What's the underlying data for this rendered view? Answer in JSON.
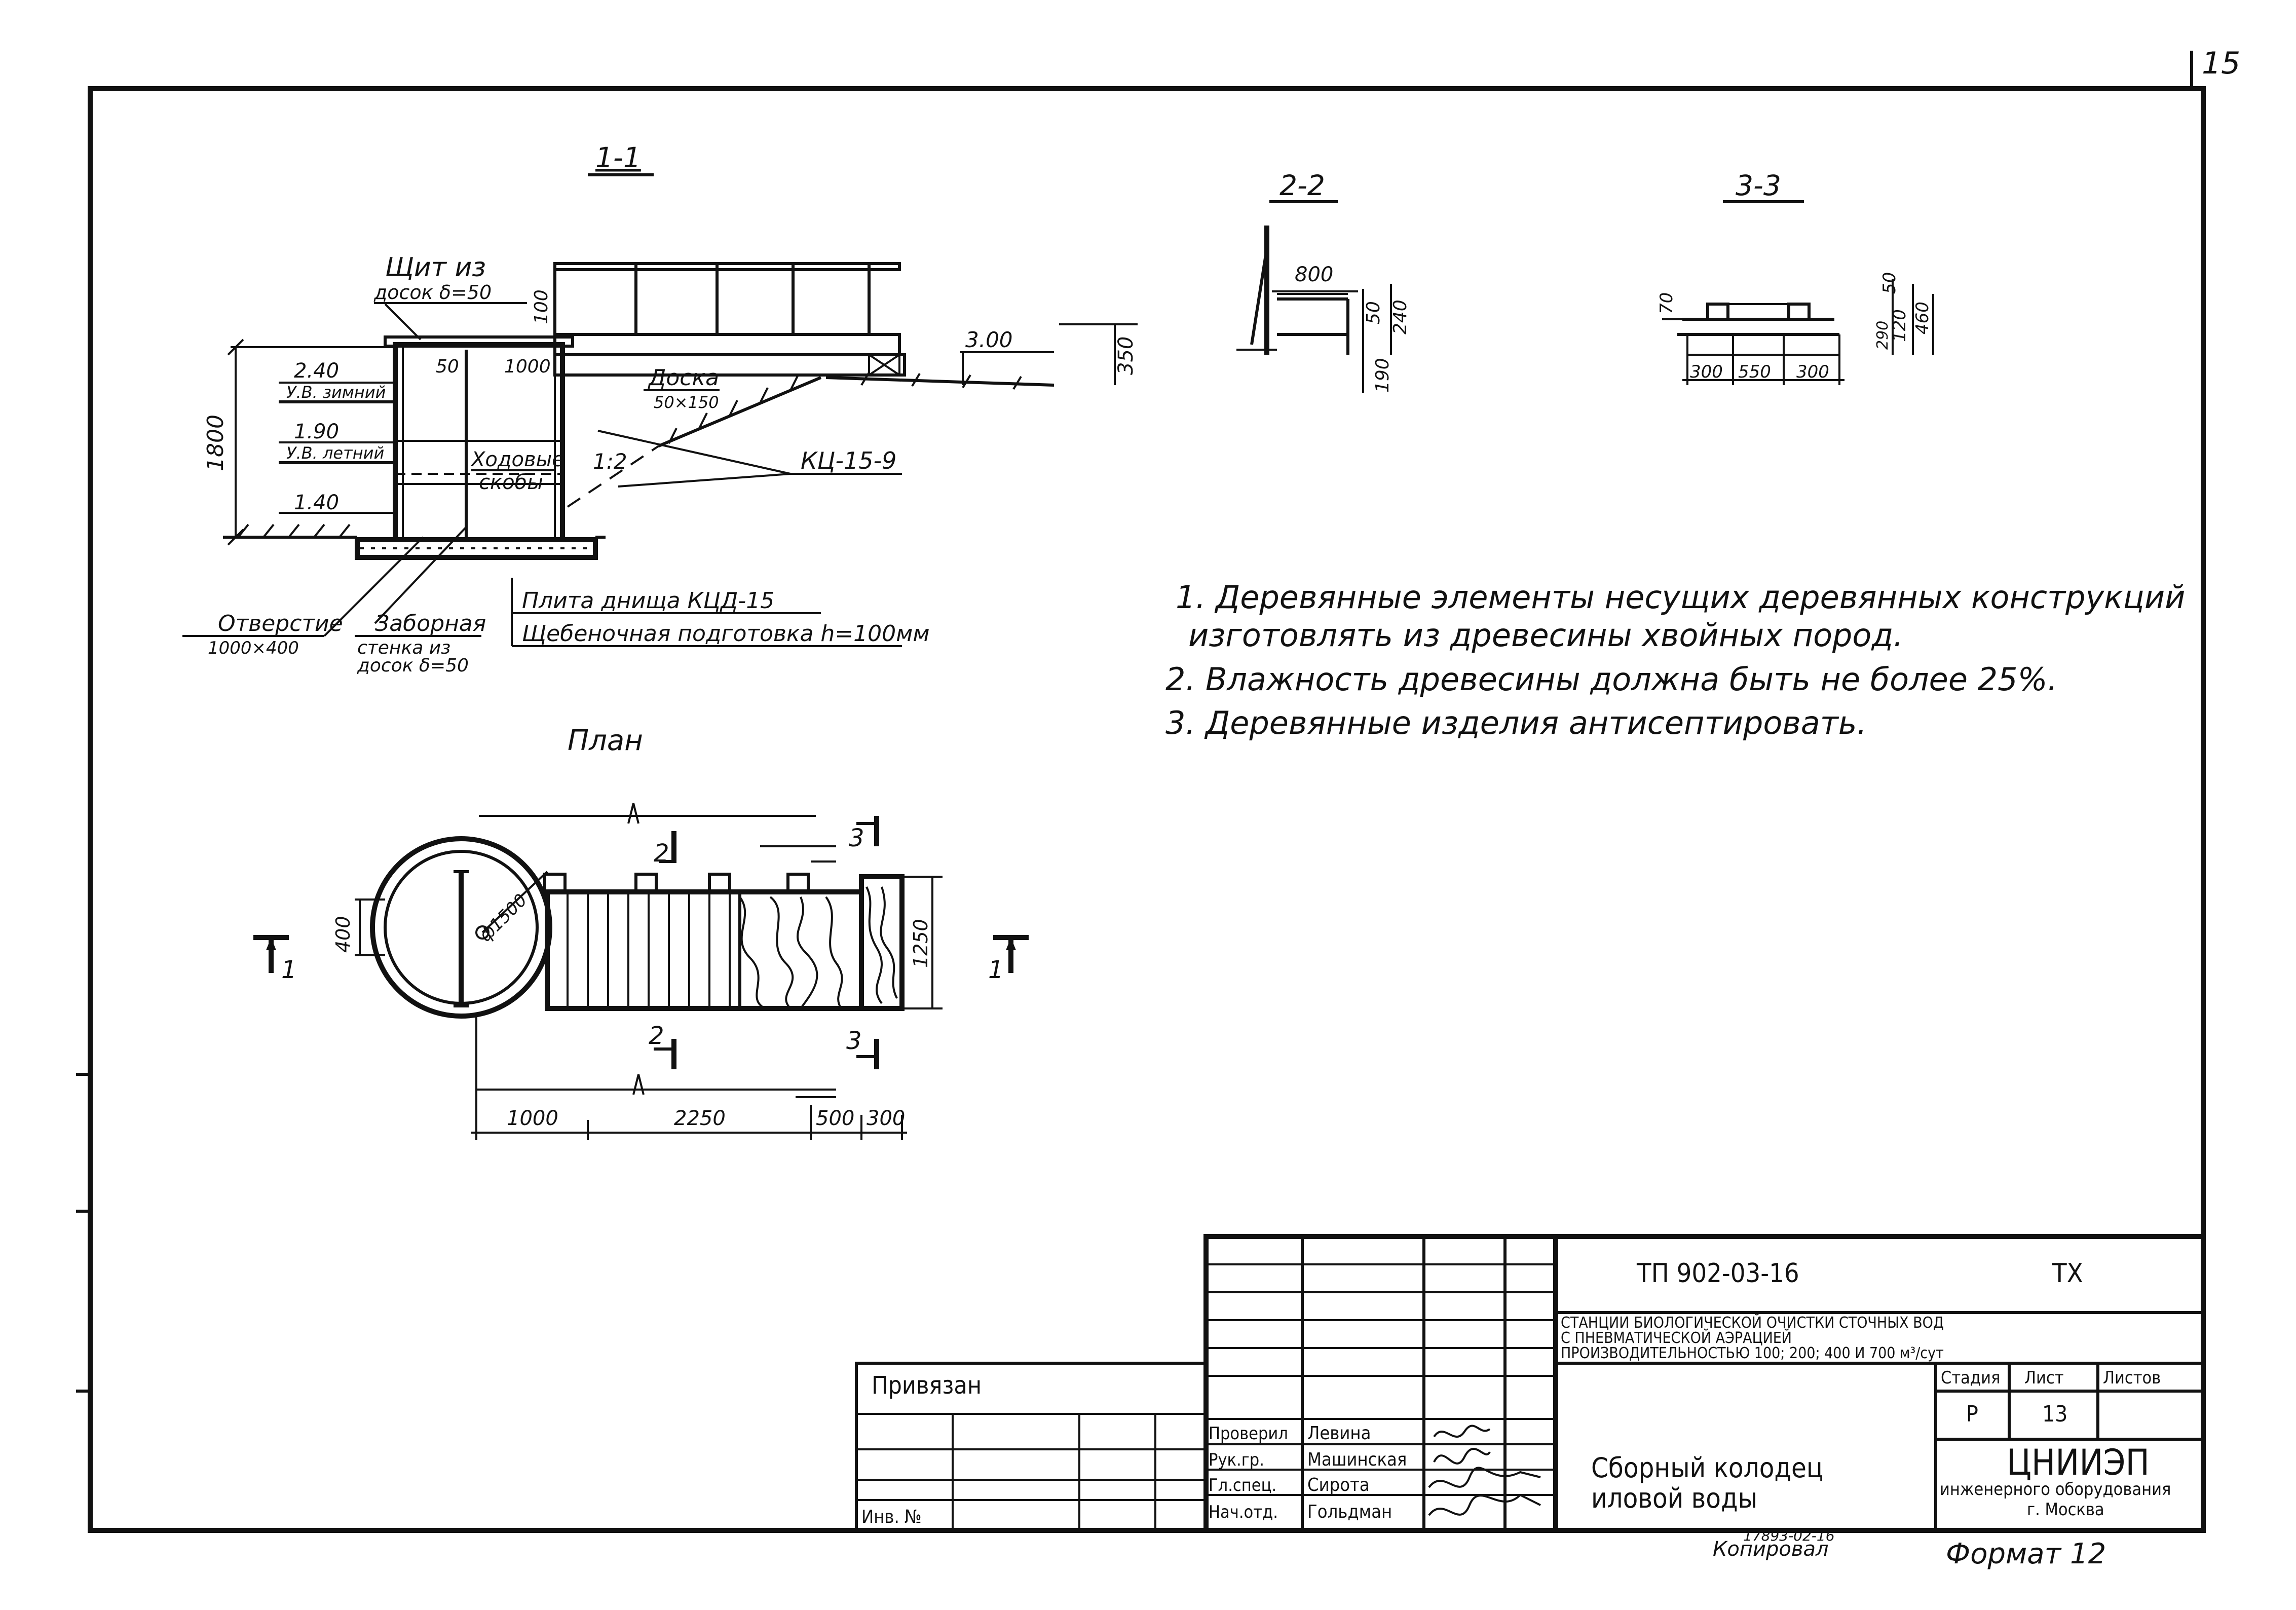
{
  "page_number": "15",
  "sections": {
    "s11": "1-1",
    "s22": "2-2",
    "s33": "3-3",
    "plan": "План"
  },
  "section_11_labels": {
    "shield": "Щит из",
    "shield2": "досок δ=50",
    "dim_100": "100",
    "lvl_240": "2.40",
    "uv_winter": "У.В. зимний",
    "lvl_190": "1.90",
    "uv_summer": "У.В. летний",
    "lvl_140": "1.40",
    "dim_1800": "1800",
    "dim_50": "50",
    "dim_1000": "1000",
    "hodovye": "Ходовые",
    "skoby": "скобы",
    "slope": "1:2",
    "board": "Доска",
    "board_size": "50×150",
    "lvl_300": "3.00",
    "dim_350": "350",
    "kc": "КЦ-15-9",
    "opening": "Отверстие",
    "opening_size": "1000×400",
    "intake": "Заборная",
    "intake2": "стенка из",
    "intake3": "досок δ=50",
    "slab": "Плита днища КЦД-15",
    "gravel": "Щебеночная подготовка h=100мм"
  },
  "section_22_labels": {
    "dim_800": "800",
    "dim_50": "50",
    "dim_240": "240",
    "dim_190": "190"
  },
  "section_33_labels": {
    "dim_70": "70",
    "dim_50": "50",
    "dim_120": "120",
    "dim_460": "460",
    "dim_290": "290",
    "dim_300a": "300",
    "dim_550": "550",
    "dim_300b": "300"
  },
  "plan_labels": {
    "dim_400": "400",
    "dia_1500": "ф1500",
    "dim_1250": "1250",
    "cut1_left": "1",
    "cut1_right": "1",
    "cut2_top": "2",
    "cut2_bottom": "2",
    "cut3_top": "3",
    "cut3_bottom": "3",
    "dim_1000": "1000",
    "dim_2250": "2250",
    "dim_500": "500",
    "dim_300": "300"
  },
  "notes": [
    "1. Деревянные элементы несущих деревянных конструкций",
    "изготовлять из древесины хвойных пород.",
    "2. Влажность древесины должна быть не более 25%.",
    "3. Деревянные изделия антисептировать."
  ],
  "title_block": {
    "code": "ТП   902-03-16",
    "mark": "ТХ",
    "desc1": "СТАНЦИИ БИОЛОГИЧЕСКОЙ ОЧИСТКИ СТОЧНЫХ ВОД",
    "desc2": "С ПНЕВМАТИЧЕСКОЙ АЭРАЦИЕЙ",
    "desc3": "ПРОИЗВОДИТЕЛЬНОСТЬЮ 100; 200; 400 И 700 м³/сут",
    "stage_h": "Стадия",
    "sheet_h": "Лист",
    "sheets_h": "Листов",
    "stage": "Р",
    "sheet": "13",
    "drawing_title1": "Сборный колодец",
    "drawing_title2": "иловой воды",
    "org": "ЦНИИЭП",
    "org2": "инженерного оборудования",
    "org3": "г. Москва",
    "privyazan": "Привязан",
    "inv": "Инв. №",
    "roles": [
      "Проверил",
      "Рук.гр.",
      "Гл.спец.",
      "Нач.отд."
    ],
    "names": [
      "Левина",
      "Машинская",
      "Сирота",
      "Гольдман"
    ],
    "copied": "Копировал",
    "stamp_no": "17893-02-16",
    "format": "Формат 12"
  }
}
